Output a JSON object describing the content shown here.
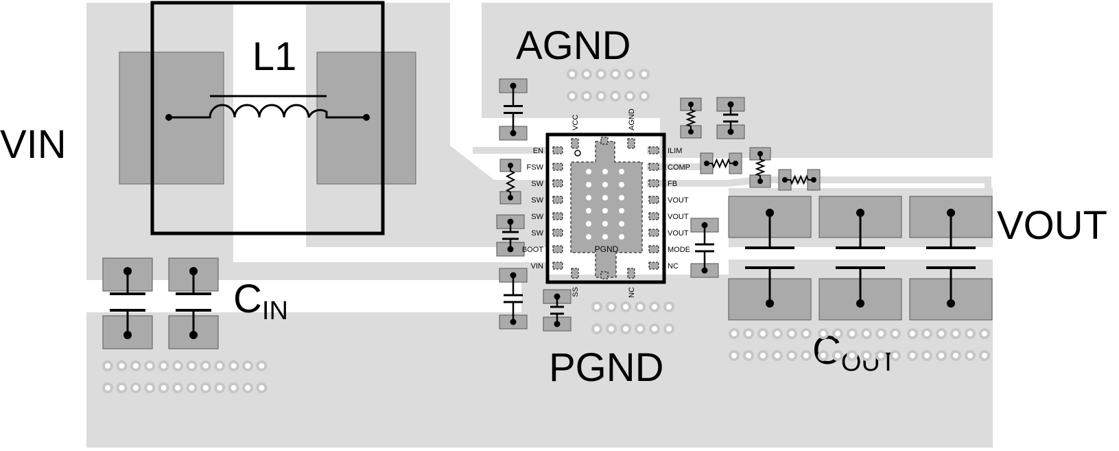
{
  "diagram": {
    "net_labels": {
      "vin": "VIN",
      "vout": "VOUT",
      "agnd": "AGND",
      "pgnd": "PGND"
    },
    "component_labels": {
      "inductor": "L1",
      "cin_main": "C",
      "cin_sub": "IN",
      "cout_main": "C",
      "cout_sub": "OUT"
    },
    "ic": {
      "left_pins": [
        "EN",
        "FSW",
        "SW",
        "SW",
        "SW",
        "SW",
        "BOOT",
        "VIN"
      ],
      "right_pins": [
        "ILIM",
        "COMP",
        "FB",
        "VOUT",
        "VOUT",
        "VOUT",
        "MODE",
        "NC"
      ],
      "top_pins": [
        "VCC",
        "AGND"
      ],
      "bottom_pins": [
        "SS",
        "NC"
      ],
      "center_label": "PGND"
    },
    "colors": {
      "copper": "#dcdcdc",
      "pad": "#aaaaaa",
      "outline": "#000000",
      "via": "#ffffff"
    }
  }
}
